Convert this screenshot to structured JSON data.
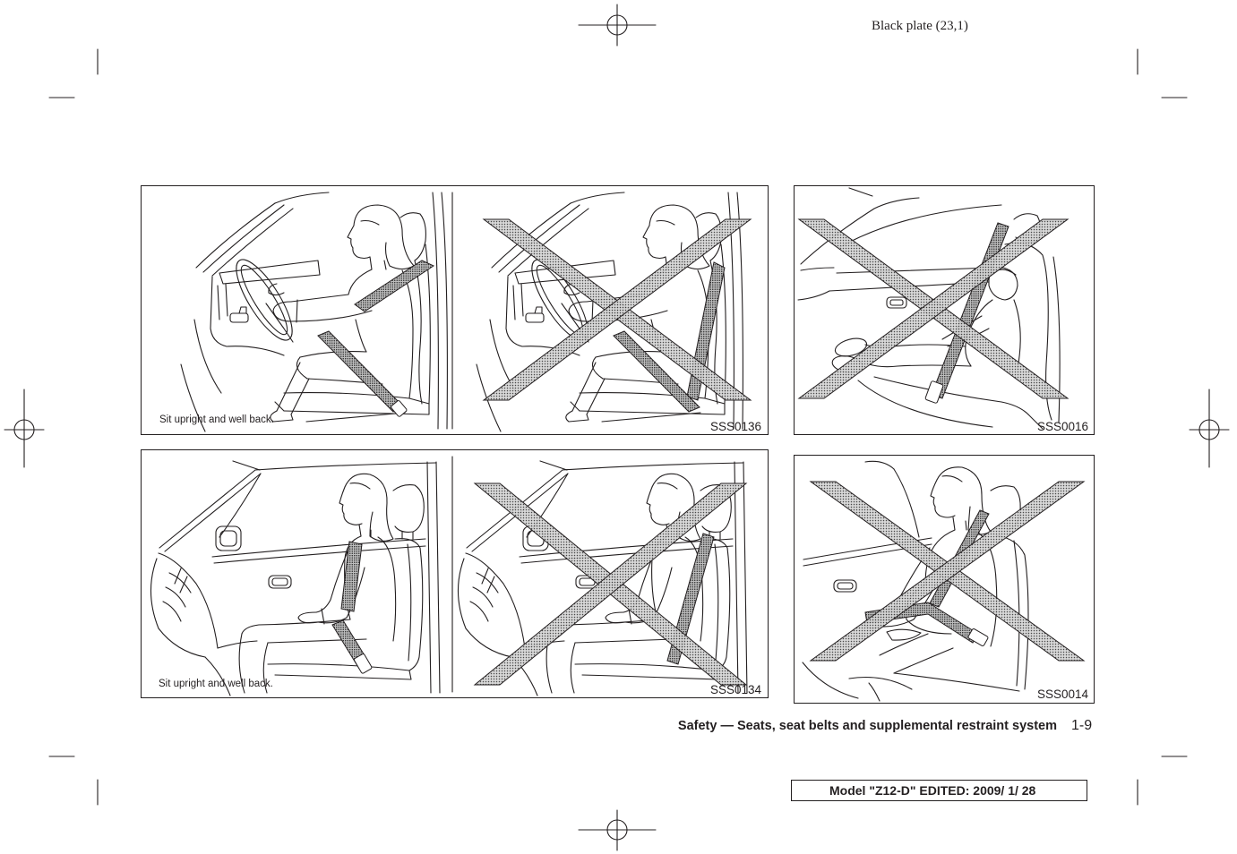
{
  "header": {
    "plate": "Black plate (23,1)"
  },
  "figures": {
    "driver": {
      "caption": "Sit upright and well back.",
      "code": "SSS0136"
    },
    "child": {
      "code": "SSS0016"
    },
    "passenger": {
      "caption": "Sit upright and well back.",
      "code": "SSS0134"
    },
    "pregnant": {
      "code": "SSS0014"
    }
  },
  "footer": {
    "section_title": "Safety — Seats, seat belts and supplemental restraint system",
    "page_number": "1-9",
    "model_line": "Model \"Z12-D\" EDITED: 2009/ 1/ 28"
  },
  "colors": {
    "ink": "#231f20",
    "stipple_light": "#d4d4d4",
    "stipple_dark": "#3a3a3a"
  }
}
